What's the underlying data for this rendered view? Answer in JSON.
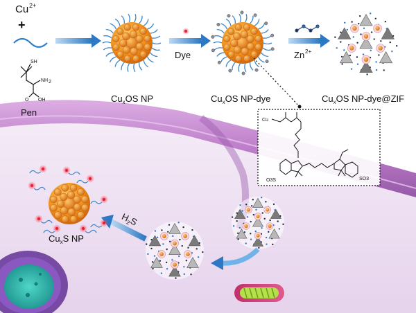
{
  "top_row": {
    "reactant_ion": "Cu",
    "reactant_ion_charge": "2+",
    "plus_sign": "+",
    "pen_label": "Pen",
    "np1_label": {
      "pre": "Cu",
      "sub": "x",
      "post": "OS NP"
    },
    "dye_label": "Dye",
    "np2_label": {
      "pre": "Cu",
      "sub": "x",
      "post": "OS NP-dye"
    },
    "zn_label": "Zn",
    "zn_charge": "2+",
    "np3_label": {
      "pre": "Cu",
      "sub": "x",
      "post": "OS NP-dye@ZIF"
    }
  },
  "pen_structure": {
    "thiol": "SH",
    "amine": "NH",
    "amine_sub": "2",
    "carboxyl_o": "O",
    "carboxyl_oh": "OH"
  },
  "dye_structure": {
    "tail_group": "Cu",
    "sulfonate_left": "O3S",
    "sulfonate_right": "SO3"
  },
  "bottom": {
    "h2s_label": {
      "pre": "H",
      "sub": "2",
      "post": "S"
    },
    "product_label": {
      "pre": "Cu",
      "sub": "x",
      "post": "S NP"
    }
  },
  "colors": {
    "arrow_blue": "#4a8fd0",
    "np_orange": "#f0901c",
    "membrane_purple": "#b06fc0",
    "background_lilac": "#efe2f3",
    "zif_gray": "#9a9a9a",
    "dye_red": "#e0203a"
  }
}
